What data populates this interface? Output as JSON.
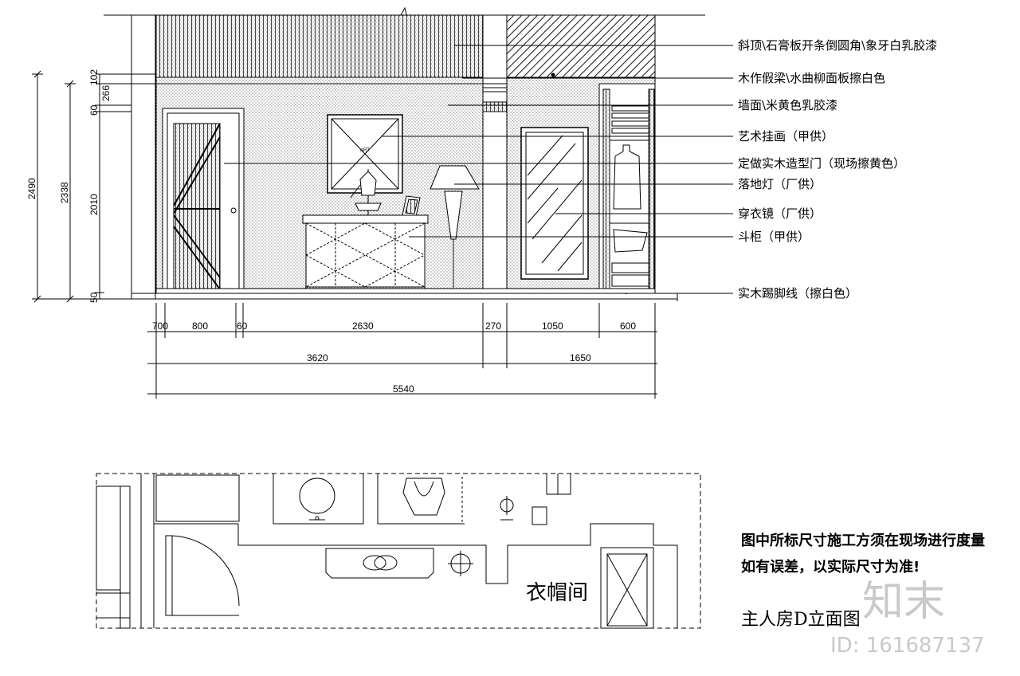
{
  "elevation": {
    "vertical_dims": [
      "2490",
      "2338",
      "102",
      "266",
      "60",
      "2010",
      "50"
    ],
    "horizontal_dims_row1": [
      "700",
      "800",
      "60",
      "2630",
      "270",
      "1050",
      "600"
    ],
    "horizontal_dims_row2": [
      "3620",
      "1650"
    ],
    "horizontal_dims_row3": [
      "5540"
    ],
    "art_label": "ART",
    "annotations": [
      "斜顶\\石膏板开条倒圆角\\象牙白乳胶漆",
      "木作假梁\\水曲柳面板擦白色",
      "墙面\\米黄色乳胶漆",
      "艺术挂画（甲供）",
      "定做实木造型门（现场擦黄色）",
      "落地灯（厂供）",
      "穿衣镜（厂供）",
      "斗柜（甲供）",
      "实木踢脚线（擦白色）"
    ]
  },
  "plan": {
    "room_label": "衣帽间",
    "notes": [
      "图中所标尺寸施工方须在现场进行度量",
      "如有误差，以实际尺寸为准!"
    ],
    "title": "主人房D立面图"
  },
  "watermark": {
    "logo": "知末",
    "id": "ID: 161687137"
  }
}
